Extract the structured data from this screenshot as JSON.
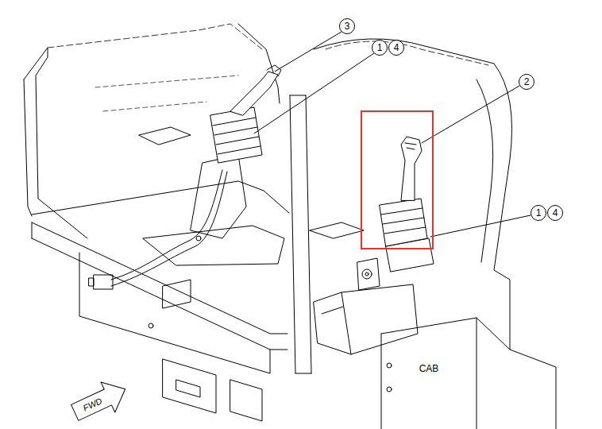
{
  "diagram": {
    "labels": [
      "3",
      "1",
      "4",
      "2",
      "1",
      "4",
      "CAB",
      "FWD"
    ]
  }
}
